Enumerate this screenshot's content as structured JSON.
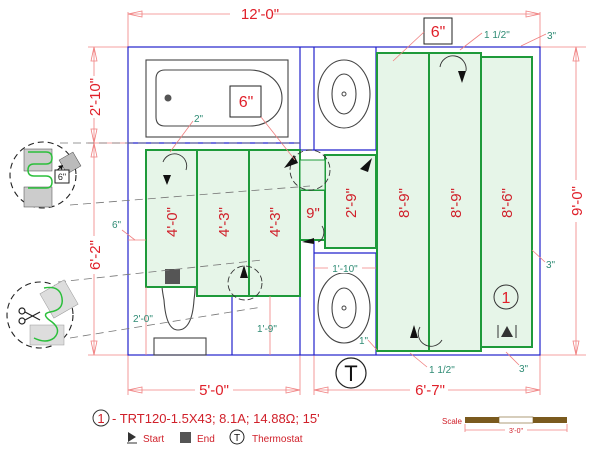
{
  "dimensions": {
    "overall_width": "12'-0\"",
    "overall_height": "9'-0\"",
    "left_top": "2'-10\"",
    "left_bottom": "6'-2\"",
    "bottom_left": "5'-0\"",
    "bottom_right": "6'-7\""
  },
  "callouts": {
    "top_box": "6\"",
    "tub_box": "6\"",
    "gap_1_5_top": "1 1/2\"",
    "gap_3_top": "3\"",
    "gap_2": "2\"",
    "gap_6_left": "6\"",
    "toilet_2_0": "2'-0\"",
    "gap_1_9": "1'-9\"",
    "sink_1_10": "1'-10\"",
    "gap_1": "1\"",
    "gap_1_5_bottom": "1 1/2\"",
    "gap_3_bottom": "3\"",
    "gap_3_right": "3\""
  },
  "mats": [
    {
      "id": "mat-1",
      "length": "4'-0\""
    },
    {
      "id": "mat-2",
      "length": "4'-3\""
    },
    {
      "id": "mat-3",
      "length": "4'-3\""
    },
    {
      "id": "mat-4",
      "length": "9\""
    },
    {
      "id": "mat-5",
      "length": "2'-9\""
    },
    {
      "id": "mat-6",
      "length": "8'-9\""
    },
    {
      "id": "mat-7",
      "length": "8'-9\""
    },
    {
      "id": "mat-8",
      "length": "8'-6\""
    }
  ],
  "detail_insets": {
    "turn_label": "6\""
  },
  "circuit_marker": "1",
  "thermostat_marker": "T",
  "legend": {
    "circuit_number": "1",
    "circuit_spec": "- TRT120-1.5X43; 8.1A; 14.88Ω; 15'",
    "start_label": "Start",
    "end_label": "End",
    "thermostat_symbol": "T",
    "thermostat_label": "Thermostat"
  },
  "scale": {
    "label": "Scale",
    "length": "3'-0\""
  },
  "colors": {
    "wall": "#2222cc",
    "mat_border": "#1e9a3a",
    "mat_fill": "#e6f5e8",
    "dimension": "#e0202a",
    "note": "#2e8b74",
    "scale_bar": "#7a5a1e"
  }
}
